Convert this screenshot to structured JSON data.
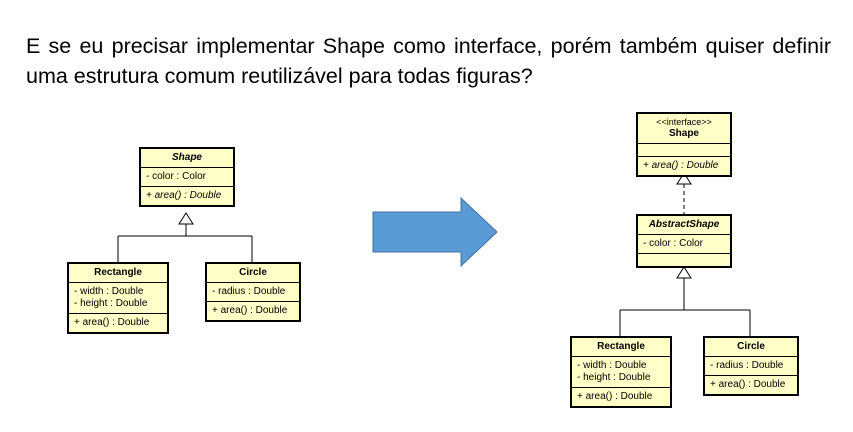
{
  "question": "E se eu precisar implementar Shape como interface, porém também quiser definir uma estrutura comum reutilizável para todas figuras?",
  "colors": {
    "class_fill": "#ffffc8",
    "arrow_fill": "#5b9bd5",
    "arrow_stroke": "#41719c"
  },
  "left_diagram": {
    "shape": {
      "name": "Shape",
      "attributes": [
        "- color : Color"
      ],
      "methods": [
        "+ area() : Double"
      ]
    },
    "rectangle": {
      "name": "Rectangle",
      "attributes": [
        "- width : Double",
        "- height : Double"
      ],
      "methods": [
        "+ area() : Double"
      ]
    },
    "circle": {
      "name": "Circle",
      "attributes": [
        "- radius : Double"
      ],
      "methods": [
        "+ area() : Double"
      ]
    }
  },
  "right_diagram": {
    "shape": {
      "stereotype": "<<interface>>",
      "name": "Shape",
      "methods": [
        "+ area() : Double"
      ]
    },
    "abstract_shape": {
      "name": "AbstractShape",
      "attributes": [
        "- color : Color"
      ]
    },
    "rectangle": {
      "name": "Rectangle",
      "attributes": [
        "- width : Double",
        "- height : Double"
      ],
      "methods": [
        "+ area() : Double"
      ]
    },
    "circle": {
      "name": "Circle",
      "attributes": [
        "- radius : Double"
      ],
      "methods": [
        "+ area() : Double"
      ]
    }
  }
}
